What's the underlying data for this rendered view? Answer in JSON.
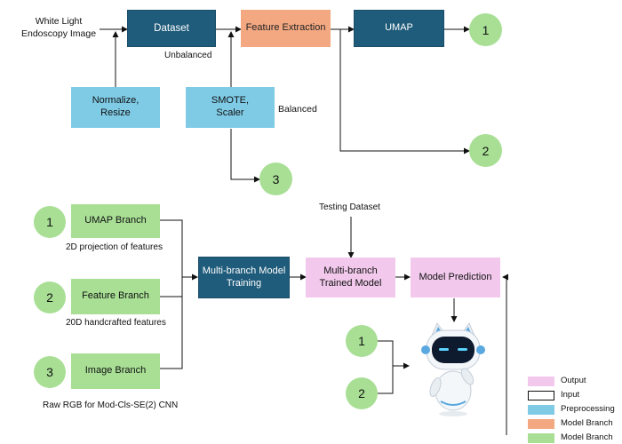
{
  "top": {
    "input_label": "White Light\nEndoscopy Image",
    "dataset": "Dataset",
    "feature_extraction": "Feature Extraction",
    "umap": "UMAP",
    "normalize": "Normalize,\nResize",
    "smote": "SMOTE,\nScaler",
    "unbalanced": "Unbalanced",
    "balanced": "Balanced",
    "circle_1": "1",
    "circle_2": "2",
    "circle_3": "3"
  },
  "bottom": {
    "branch_1_num": "1",
    "branch_1": "UMAP Branch",
    "branch_1_caption": "2D projection of features",
    "branch_2_num": "2",
    "branch_2": "Feature Branch",
    "branch_2_caption": "20D handcrafted features",
    "branch_3_num": "3",
    "branch_3": "Image Branch",
    "branch_3_caption": "Raw RGB for Mod-Cls-SE(2) CNN",
    "training": "Multi-branch Model\nTraining",
    "trained": "Multi-branch\nTrained Model",
    "testing": "Testing Dataset",
    "prediction": "Model Prediction",
    "robot_in_1": "1",
    "robot_in_2": "2"
  },
  "legend": [
    {
      "label": "Output",
      "color": "#f2c9ec"
    },
    {
      "label": "Input",
      "color": "#ffffff"
    },
    {
      "label": "Preprocessing",
      "color": "#7fcbe6"
    },
    {
      "label": "Model Branch",
      "color": "#f3a882"
    },
    {
      "label": "Model Branch",
      "color": "#a8df95"
    }
  ]
}
